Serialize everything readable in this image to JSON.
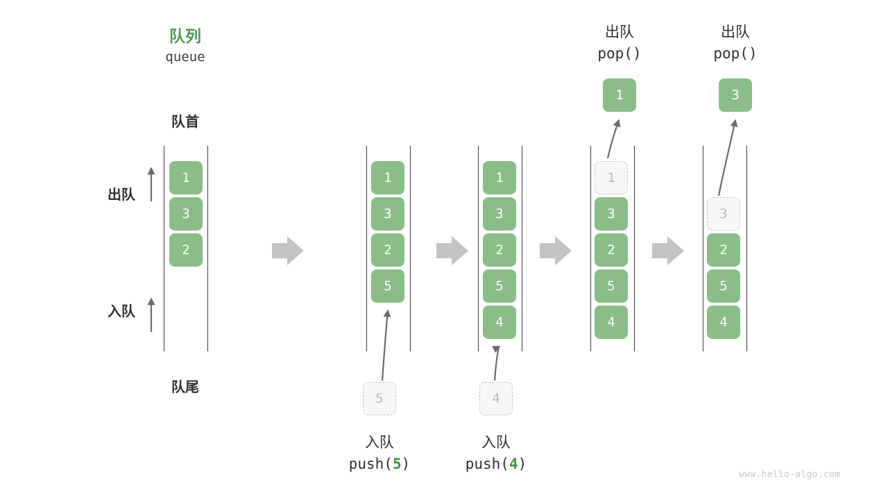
{
  "figure": {
    "title_cn": "队列",
    "title_en": "queue",
    "watermark": "www.hello-algo.com",
    "accent_green": "#4e9a51",
    "cell_green": "#8bbd88",
    "ghost_gray": "#b9b9b9",
    "arrow_gray": "#c3c3c3"
  },
  "legend": {
    "front_label": "队首",
    "rear_label": "队尾",
    "dequeue_label": "出队",
    "enqueue_label": "入队",
    "dequeue_arrow_icon": "up-arrow-icon",
    "enqueue_arrow_icon": "up-arrow-icon"
  },
  "steps": [
    {
      "id": "step-initial",
      "kind": "initial",
      "cells": [
        {
          "value": "1",
          "state": "filled"
        },
        {
          "value": "3",
          "state": "filled"
        },
        {
          "value": "2",
          "state": "filled"
        }
      ]
    },
    {
      "id": "step-push-5",
      "kind": "push",
      "op_cn": "入队",
      "op_code_prefix": "push(",
      "op_code_arg": "5",
      "op_code_suffix": ")",
      "incoming_value": "5",
      "cells": [
        {
          "value": "1",
          "state": "filled"
        },
        {
          "value": "3",
          "state": "filled"
        },
        {
          "value": "2",
          "state": "filled"
        },
        {
          "value": "5",
          "state": "filled"
        }
      ]
    },
    {
      "id": "step-push-4",
      "kind": "push",
      "op_cn": "入队",
      "op_code_prefix": "push(",
      "op_code_arg": "4",
      "op_code_suffix": ")",
      "incoming_value": "4",
      "cells": [
        {
          "value": "1",
          "state": "filled"
        },
        {
          "value": "3",
          "state": "filled"
        },
        {
          "value": "2",
          "state": "filled"
        },
        {
          "value": "5",
          "state": "filled"
        },
        {
          "value": "4",
          "state": "filled"
        }
      ]
    },
    {
      "id": "step-pop-1",
      "kind": "pop",
      "op_cn": "出队",
      "op_code_prefix": "pop(",
      "op_code_arg": "",
      "op_code_suffix": ")",
      "popped_value": "1",
      "cells": [
        {
          "value": "1",
          "state": "ghost"
        },
        {
          "value": "3",
          "state": "filled"
        },
        {
          "value": "2",
          "state": "filled"
        },
        {
          "value": "5",
          "state": "filled"
        },
        {
          "value": "4",
          "state": "filled"
        }
      ]
    },
    {
      "id": "step-pop-3",
      "kind": "pop",
      "op_cn": "出队",
      "op_code_prefix": "pop(",
      "op_code_arg": "",
      "op_code_suffix": ")",
      "popped_value": "3",
      "cells": [
        {
          "value": "",
          "state": "empty"
        },
        {
          "value": "3",
          "state": "ghost"
        },
        {
          "value": "2",
          "state": "filled"
        },
        {
          "value": "5",
          "state": "filled"
        },
        {
          "value": "4",
          "state": "filled"
        }
      ]
    }
  ],
  "transitions": [
    {
      "icon": "right-arrow-icon"
    },
    {
      "icon": "right-arrow-icon"
    },
    {
      "icon": "right-arrow-icon"
    },
    {
      "icon": "right-arrow-icon"
    }
  ]
}
